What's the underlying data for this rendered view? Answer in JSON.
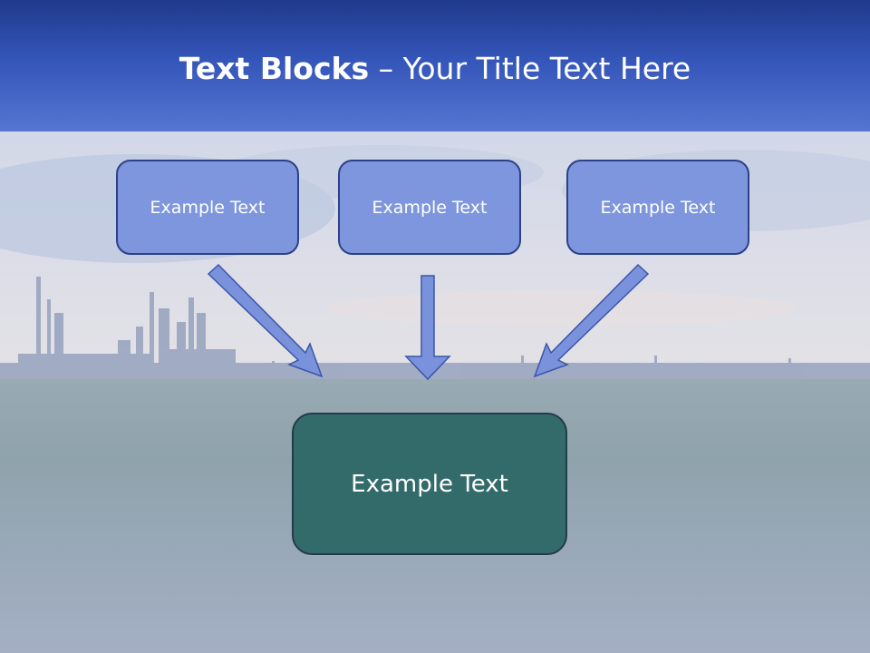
{
  "slide": {
    "title_bold": "Text Blocks",
    "title_rest": " – Your Title Text Here"
  },
  "diagram": {
    "top_boxes": [
      {
        "label": "Example Text"
      },
      {
        "label": "Example Text"
      },
      {
        "label": "Example Text"
      }
    ],
    "target_box": {
      "label": "Example Text"
    }
  },
  "colors": {
    "header": "#3455b9",
    "top_box_fill": "#7e96dd",
    "top_box_border": "#2c4186",
    "arrow_fill": "#7a92dc",
    "target_box_fill": "#336b6a",
    "text": "#ffffff"
  }
}
